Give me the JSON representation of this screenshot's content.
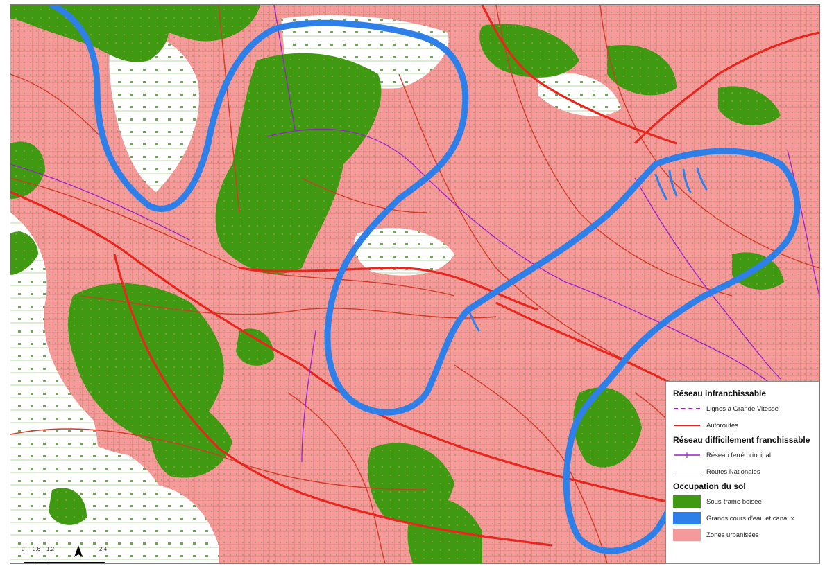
{
  "colors": {
    "forest": "#3f9a12",
    "water": "#2f7fe8",
    "urban": "#f59a9a",
    "motorway": "#e8261e",
    "national_road": "#d23a28",
    "rail": "#9a1fd0",
    "hsl": "#9a1fd0",
    "background": "#ffffff"
  },
  "legend": {
    "sections": [
      {
        "title": "Réseau infranchissable",
        "items": [
          {
            "label": "Lignes à Grande Vitesse",
            "symbol": "dashed-line",
            "color": "#9a1fd0"
          },
          {
            "label": "Autoroutes",
            "symbol": "thick-line",
            "color": "#e8261e"
          }
        ]
      },
      {
        "title": "Réseau difficilement franchissable",
        "items": [
          {
            "label": "Réseau ferré principal",
            "symbol": "rail-line",
            "color": "#9a1fd0"
          },
          {
            "label": "Routes Nationales",
            "symbol": "thin-line",
            "color": "#d23a28"
          }
        ]
      },
      {
        "title": "Occupation du sol",
        "items": [
          {
            "label": "Sous-trame boisée",
            "symbol": "fill",
            "color": "#3f9a12"
          },
          {
            "label": "Grands cours d'eau et canaux",
            "symbol": "fill",
            "color": "#2f7fe8"
          },
          {
            "label": "Zones urbanisées",
            "symbol": "fill",
            "color": "#f59a9a"
          }
        ]
      }
    ]
  },
  "scale": {
    "labels": [
      "0",
      "0,6",
      "1,2",
      "2,4"
    ],
    "unit": ""
  },
  "north_arrow": {
    "icon": "north-arrow-icon"
  }
}
